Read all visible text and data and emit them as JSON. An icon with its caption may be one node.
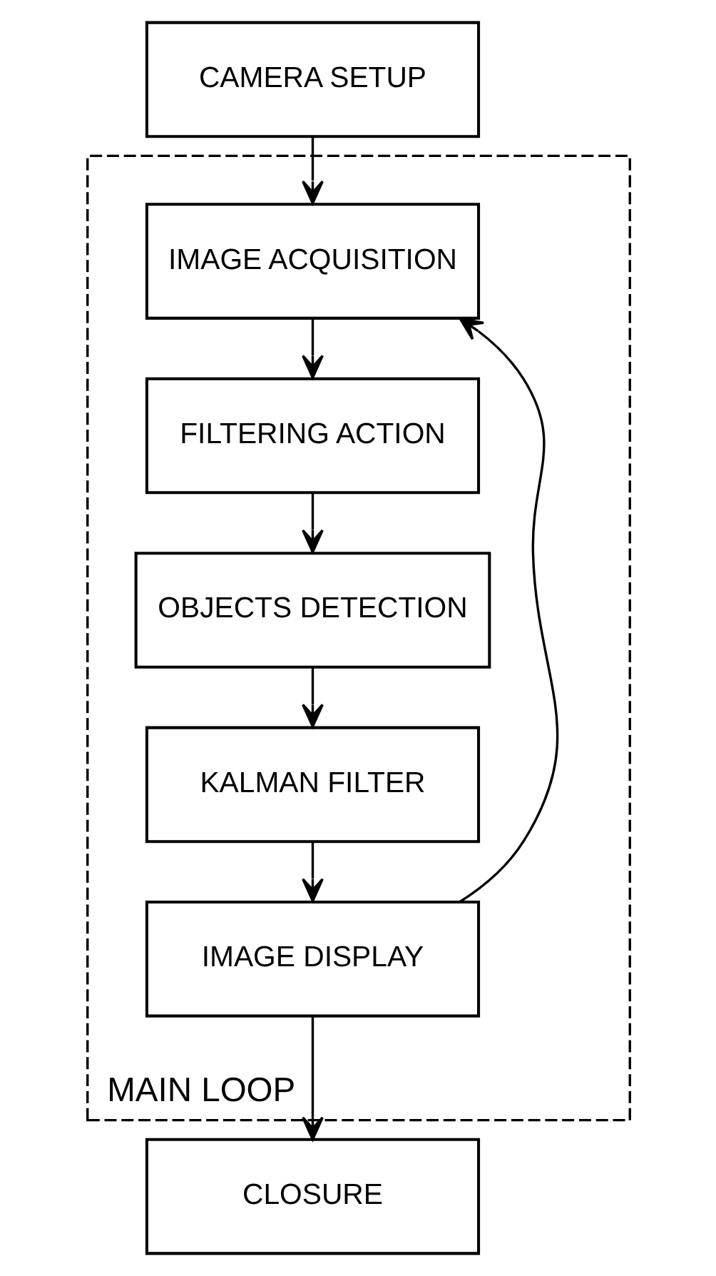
{
  "diagram": {
    "nodes": [
      {
        "text": [
          "CAMERA SETUP"
        ]
      },
      {
        "text": [
          "MAIN LOOP"
        ]
      },
      {
        "text": [
          "IMAGE ACQUISITION"
        ],
        "in": 1
      },
      {
        "text": [
          "FILTERING ACTION"
        ],
        "in": 1
      },
      {
        "text": [
          "OBJECTS DETECTION"
        ],
        "in": 1
      },
      {
        "text": [
          "KALMAN FILTER"
        ],
        "in": 1
      },
      {
        "text": [
          "IMAGE DISPLAY"
        ],
        "in": 1
      },
      {
        "text": [
          "CLOSURE"
        ]
      }
    ],
    "edges": [
      {
        "from": 0,
        "to": 2,
        "arrow": "to"
      },
      {
        "from": 2,
        "to": 3,
        "arrow": "to"
      },
      {
        "from": 3,
        "to": 4,
        "arrow": "to"
      },
      {
        "from": 4,
        "to": 5,
        "arrow": "to"
      },
      {
        "from": 5,
        "to": 6,
        "arrow": "to"
      },
      {
        "from": 6,
        "to": 7,
        "arrow": "to"
      },
      {
        "from": 6,
        "to": 2,
        "arrow": "to"
      }
    ]
  }
}
